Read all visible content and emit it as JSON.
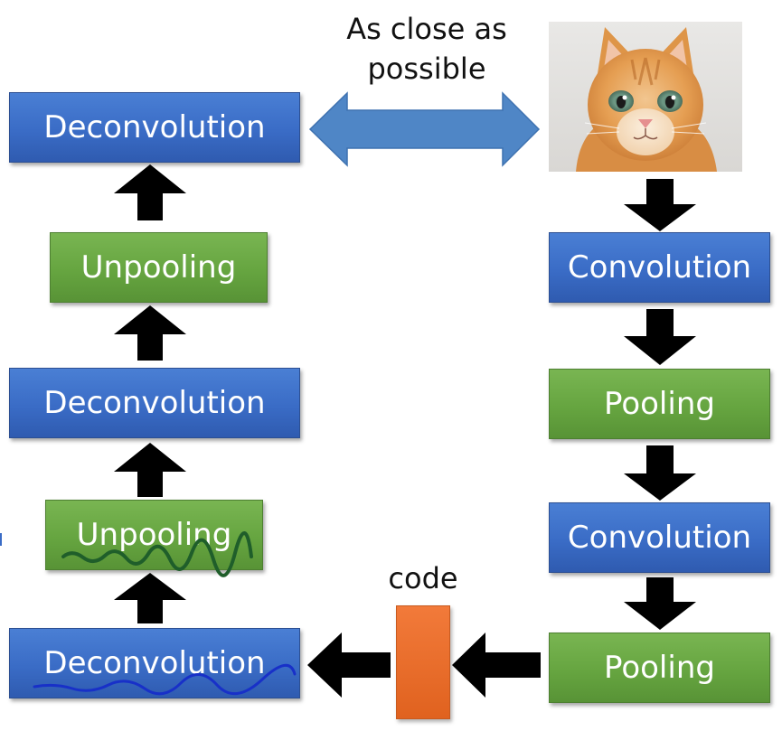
{
  "annotation_top": "As close as\npossible",
  "code_label": "code",
  "decoder": {
    "deconv_top": "Deconvolution",
    "unpool_upper": "Unpooling",
    "deconv_mid": "Deconvolution",
    "unpool_lower": "Unpooling",
    "deconv_bottom": "Deconvolution"
  },
  "encoder": {
    "conv_1": "Convolution",
    "pool_1": "Pooling",
    "conv_2": "Convolution",
    "pool_2": "Pooling"
  },
  "colors": {
    "conv_blue": "#3a6cc6",
    "pool_green": "#66a540",
    "code_orange": "#ee6d2a",
    "double_arrow": "#4f86c6",
    "arrow_black": "#000000",
    "scribble_green": "#1f5e2a",
    "scribble_blue": "#1830c8"
  },
  "icons": {
    "input_image": "cat-photo",
    "flow_arrows": "black-block-arrow",
    "compare_arrow": "double-headed-arrow"
  }
}
